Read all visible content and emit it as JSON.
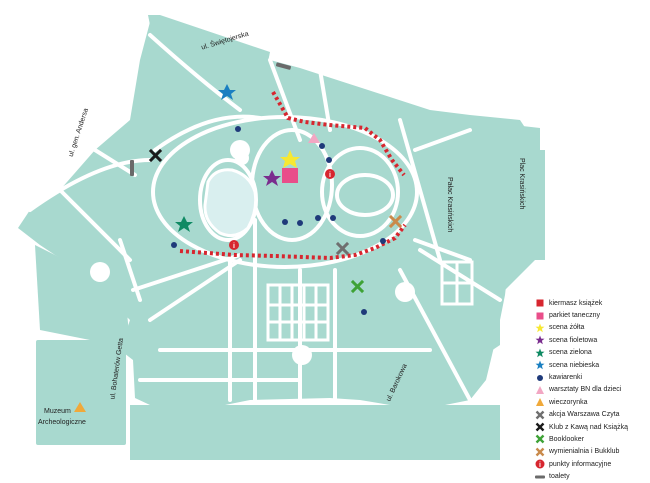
{
  "colors": {
    "park": "#a8d9cf",
    "path": "#ffffff",
    "water": "#d9efef",
    "border": "#c71f37",
    "kiermasz": "#d7262f",
    "parkiet": "#e94e8a",
    "scena_zolta": "#f7e832",
    "scena_fioletowa": "#7a2d8e",
    "scena_zielona": "#0f8a63",
    "scena_niebieska": "#1a7fc1",
    "kawiarenki": "#1f3a7a",
    "warsztaty": "#f2a7c3",
    "wieczorynka": "#f0a93a",
    "akcja": "#6f6f6f",
    "klub": "#1a1a1a",
    "booklooker": "#3ea236",
    "wymienialnia": "#c98a4b",
    "punkty": "#d7262f",
    "toalety": "#6a6a6a"
  },
  "street_labels": {
    "swietojerska": "ul. Świętojerska",
    "andersa": "ul. gen. Andersa",
    "bohaterow": "ul. Bohaterów Getta",
    "barokowa": "ul. Barokowa",
    "plac": "Plac Krasińskich",
    "palac": "Pałac Krasińskich",
    "muzeum_1": "Muzeum",
    "muzeum_2": "Archeologiczne"
  },
  "legend": [
    {
      "key": "kiermasz",
      "icon": "square",
      "label": "kiermasz książek"
    },
    {
      "key": "parkiet",
      "icon": "square",
      "label": "parkiet taneczny"
    },
    {
      "key": "scena_zolta",
      "icon": "star",
      "label": "scena żółta"
    },
    {
      "key": "scena_fioletowa",
      "icon": "star",
      "label": "scena fioletowa"
    },
    {
      "key": "scena_zielona",
      "icon": "star",
      "label": "scena zielona"
    },
    {
      "key": "scena_niebieska",
      "icon": "star",
      "label": "scena niebieska"
    },
    {
      "key": "kawiarenki",
      "icon": "dot",
      "label": "kawiarenki"
    },
    {
      "key": "warsztaty",
      "icon": "triangle",
      "label": "warsztaty BN dla dzieci"
    },
    {
      "key": "wieczorynka",
      "icon": "triangle",
      "label": "wieczorynka"
    },
    {
      "key": "akcja",
      "icon": "cross",
      "label": "akcja Warszawa Czyta"
    },
    {
      "key": "klub",
      "icon": "cross",
      "label": "Klub z Kawą nad Książką"
    },
    {
      "key": "booklooker",
      "icon": "cross",
      "label": "Booklooker"
    },
    {
      "key": "wymienialnia",
      "icon": "cross",
      "label": "wymienialnia i Bukklub"
    },
    {
      "key": "punkty",
      "icon": "info",
      "label": "punkty informacyjne"
    },
    {
      "key": "toalety",
      "icon": "bar",
      "label": "toalety"
    }
  ]
}
